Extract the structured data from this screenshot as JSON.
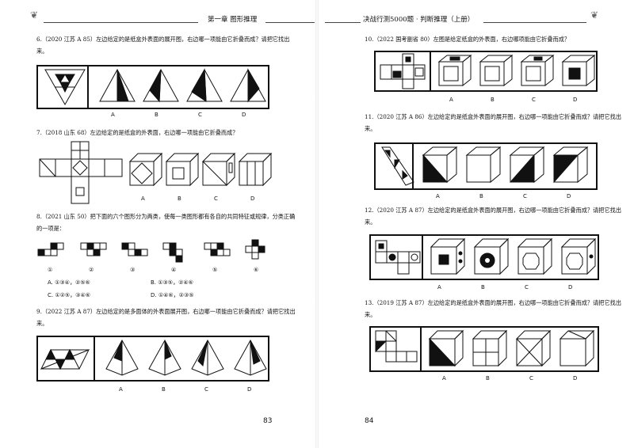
{
  "left": {
    "header": "第一章 图形推理",
    "page_number": "83",
    "questions": [
      {
        "number": "6.",
        "text": "（2020 江苏 A 85）左边给定的是纸盒外表面的展开图，右边哪一项能由它折叠而成？请把它找出来。",
        "options": [
          "A",
          "B",
          "C",
          "D"
        ]
      },
      {
        "number": "7.",
        "text": "（2018 山东 68）左边给定的是纸盒的外表面，右边哪一项能由它折叠而成？",
        "options": [
          "A",
          "B",
          "C",
          "D"
        ]
      },
      {
        "number": "8.",
        "text": "（2021 山东 50）把下面的六个图形分为两类，使每一类图形都有各自的共同特征或规律，分类正确的一项是：",
        "figures": [
          "①",
          "②",
          "③",
          "④",
          "⑤",
          "⑥"
        ],
        "choices": [
          "A. ①③④，②⑤⑥",
          "B. ①③⑤，②④⑥",
          "C. ①②⑤，③④⑥",
          "D. ①④⑥，②③⑤"
        ]
      },
      {
        "number": "9.",
        "text": "（2022 江苏 A 87）左边给定的是多面体的外表面展开图，右边哪一项能由它折叠而成？请把它找出来。",
        "options": [
          "A",
          "B",
          "C",
          "D"
        ]
      }
    ]
  },
  "right": {
    "header": "决战行测5000题 · 判断推理（上册）",
    "page_number": "84",
    "questions": [
      {
        "number": "10.",
        "text": "（2022 国考副省 80）左图是给定纸盒的外表面，右边哪项能由它折叠而成？",
        "options": [
          "A",
          "B",
          "C",
          "D"
        ]
      },
      {
        "number": "11.",
        "text": "（2020 江苏 A 86）左边给定的是纸盒外表面的展开图，右边哪一项能由它折叠而成？请把它找出来。",
        "options": [
          "A",
          "B",
          "C",
          "D"
        ]
      },
      {
        "number": "12.",
        "text": "（2020 江苏 A 87）左边给定的是纸盒外表面的展开图，右边哪一项能由它折叠而成？请把它找出来。",
        "options": [
          "A",
          "B",
          "C",
          "D"
        ]
      },
      {
        "number": "13.",
        "text": "（2019 江苏 A 87）左边给定的是纸盒外表面的展开图，右边哪一项能由它折叠而成？请把它找出来。",
        "options": [
          "A",
          "B",
          "C",
          "D"
        ]
      }
    ]
  }
}
